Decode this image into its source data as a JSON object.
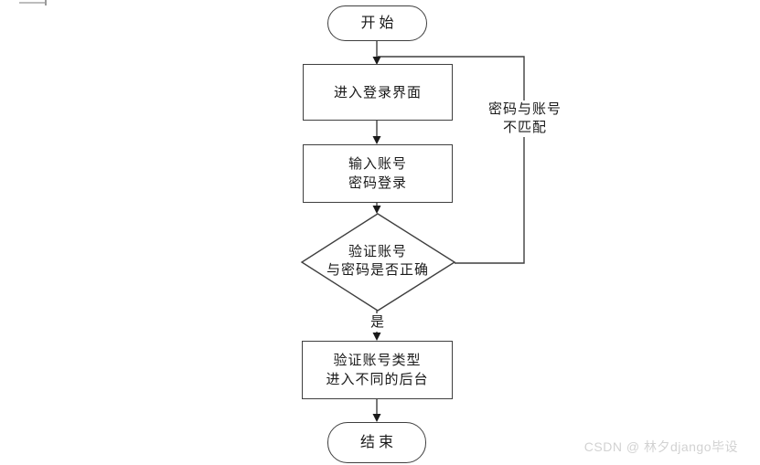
{
  "diagram": {
    "title": "login-flowchart",
    "nodes": {
      "start": {
        "label": "开始",
        "type": "terminal"
      },
      "enter_login": {
        "label": "进入登录界面",
        "type": "process"
      },
      "input_account": {
        "label": "输入账号\n密码登录",
        "type": "process"
      },
      "verify_credentials": {
        "label": "验证账号\n与密码是否正确",
        "type": "decision"
      },
      "verify_type": {
        "label": "验证账号类型\n进入不同的后台",
        "type": "process"
      },
      "end": {
        "label": "结束",
        "type": "terminal"
      }
    },
    "edge_labels": {
      "yes": "是",
      "mismatch": "密码与账号\n不匹配"
    }
  },
  "watermark": {
    "text": "CSDN @ 林夕django毕设"
  },
  "colors": {
    "background": "#ffffff",
    "line": "#3f3f3f",
    "text": "#1a1a1a",
    "watermark": "#d2d2d2"
  }
}
